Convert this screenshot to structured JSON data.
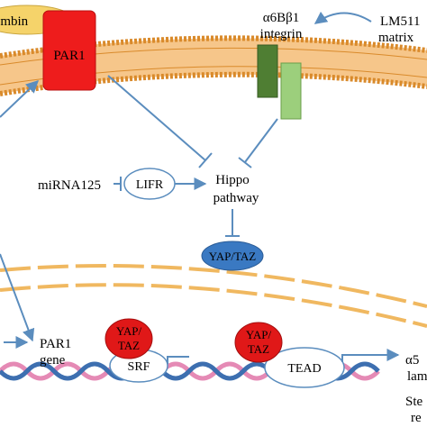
{
  "labels": {
    "thrombin": "ombin",
    "par1": "PAR1",
    "integrin_line1": "α6Bβ1",
    "integrin_line2": "integrin",
    "lm511_line1": "LM511",
    "lm511_line2": "matrix",
    "mirna": "miRNA125",
    "lifr": "LIFR",
    "hippo_line1": "Hippo",
    "hippo_line2": "pathway",
    "yap_taz": "YAP/TAZ",
    "yap_nuc1_line1": "YAP/",
    "yap_nuc1_line2": "TAZ",
    "yap_nuc2_line1": "YAP/",
    "yap_nuc2_line2": "TAZ",
    "srf": "SRF",
    "tead": "TEAD",
    "par1_gene_line1": "PAR1",
    "par1_gene_line2": "gene",
    "target_line1": "α5",
    "target_line2": "lam",
    "stem_line1": "Ste",
    "stem_line2": "re"
  },
  "colors": {
    "membrane_outer": "#d98a2b",
    "membrane_inner": "#f6c68a",
    "nuclear_envelope": "#f0b860",
    "par1": "#ee1c1c",
    "thrombin": "#f5d36a",
    "integrin_dark": "#4f7e33",
    "integrin_light": "#9ccf7c",
    "yap_cyto": "#3a79c2",
    "yap_nuc": "#e01818",
    "arrow": "#5b8dbe",
    "dna_pink": "#e58ab5",
    "dna_blue": "#3d6fb0"
  }
}
